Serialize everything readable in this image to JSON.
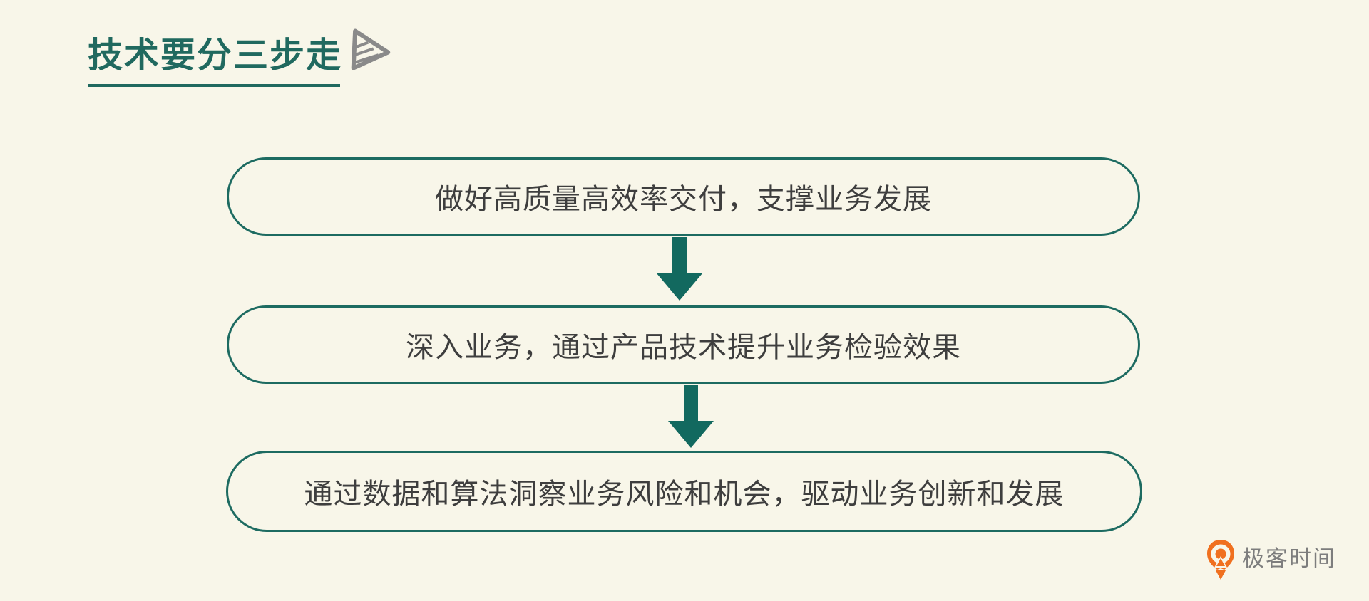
{
  "theme": {
    "bg": "#f8f6e9",
    "teal": "#20695f",
    "teal_border": "#1d6b61",
    "teal_arrow": "#12695f",
    "text": "#3e3e3e",
    "gray_icon": "#8a8a8a",
    "logo_orange": "#f0701f",
    "logo_orange_dark": "#e8590f",
    "logo_text_gray": "#7d7d7d"
  },
  "header": {
    "title": "技术要分三步走",
    "title_icon": "play-triangle-sketch-icon"
  },
  "flow": {
    "type": "vertical-sequence",
    "steps": [
      {
        "label": "做好高质量高效率交付，支撑业务发展"
      },
      {
        "label": "深入业务，通过产品技术提升业务检验效果"
      },
      {
        "label": "通过数据和算法洞察业务风险和机会，驱动业务创新和发展"
      }
    ],
    "connector": "down-arrow"
  },
  "branding": {
    "logo_icon": "geek-time-pin-icon",
    "logo_text": "极客时间"
  }
}
